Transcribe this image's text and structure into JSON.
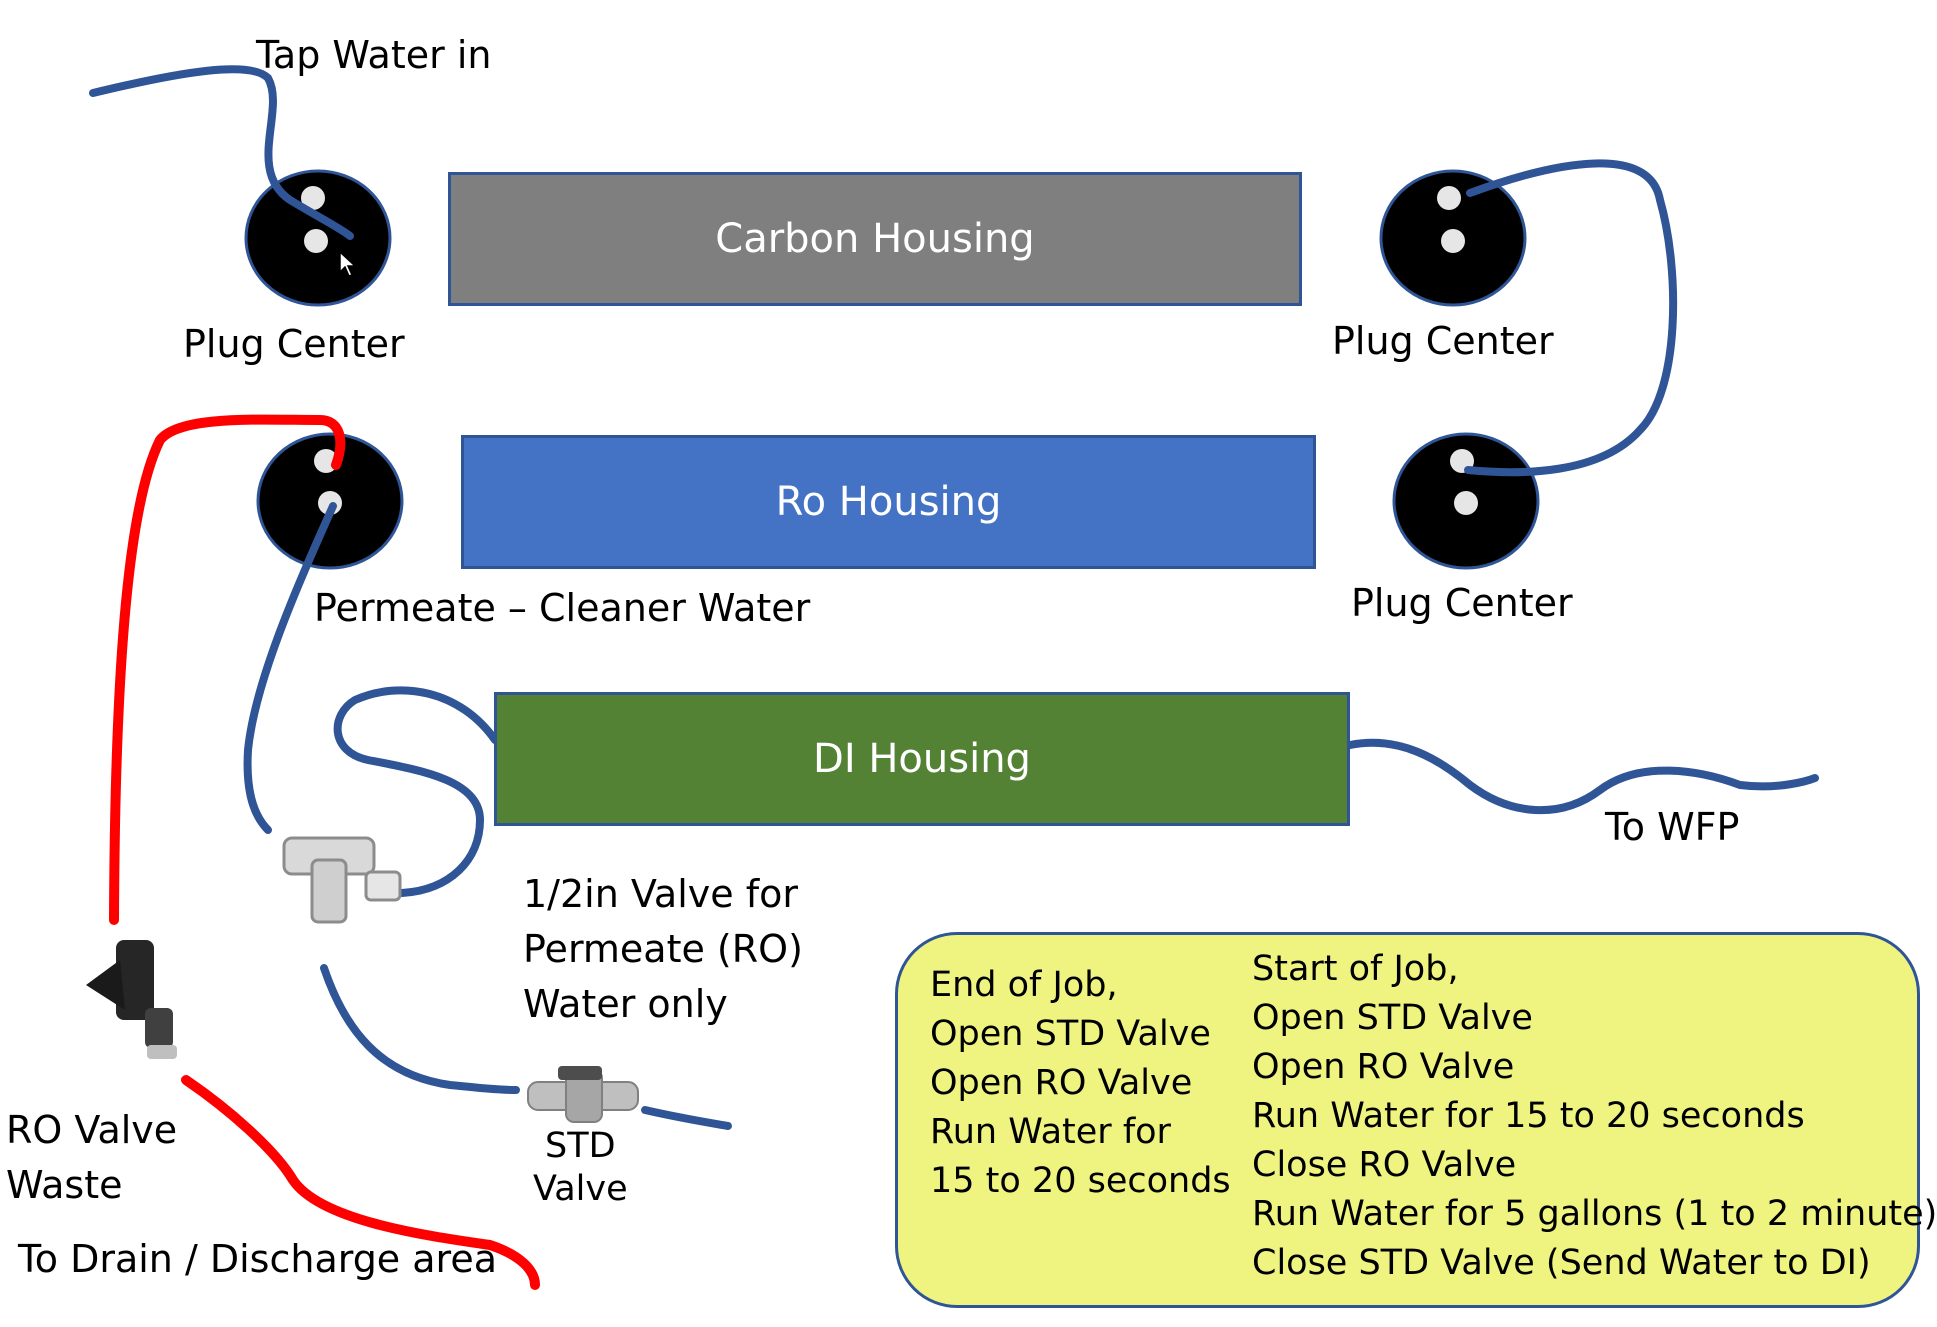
{
  "labels": {
    "tap_water_in": "Tap Water in",
    "plug_center_1": "Plug Center",
    "plug_center_2": "Plug Center",
    "plug_center_3": "Plug Center",
    "carbon_housing": "Carbon Housing",
    "ro_housing": "Ro Housing",
    "di_housing": "DI Housing",
    "permeate": "Permeate – Cleaner Water",
    "to_wfp": "To WFP",
    "valve_permeate": "1/2in Valve for\nPermeate (RO)\nWater only",
    "ro_valve_waste": "RO Valve\nWaste",
    "std_valve": "STD\nValve",
    "to_drain": "To Drain / Discharge area"
  },
  "instructions": {
    "end_of_job": [
      "End of Job,",
      "Open STD Valve",
      "Open RO Valve",
      "Run Water for",
      "15 to 20 seconds"
    ],
    "start_of_job": [
      "Start of Job,",
      "Open STD Valve",
      "Open RO Valve",
      "Run Water for 15 to 20 seconds",
      "Close RO Valve",
      "Run Water for 5 gallons (1 to 2 minute)",
      "Close STD Valve (Send Water to DI)"
    ]
  },
  "colors": {
    "hose_blue": "#2f5597",
    "waste_red": "#ff0000",
    "carbon": "#7f7f7f",
    "ro": "#4472c4",
    "di": "#548235",
    "note_fill": "#eef47f"
  }
}
